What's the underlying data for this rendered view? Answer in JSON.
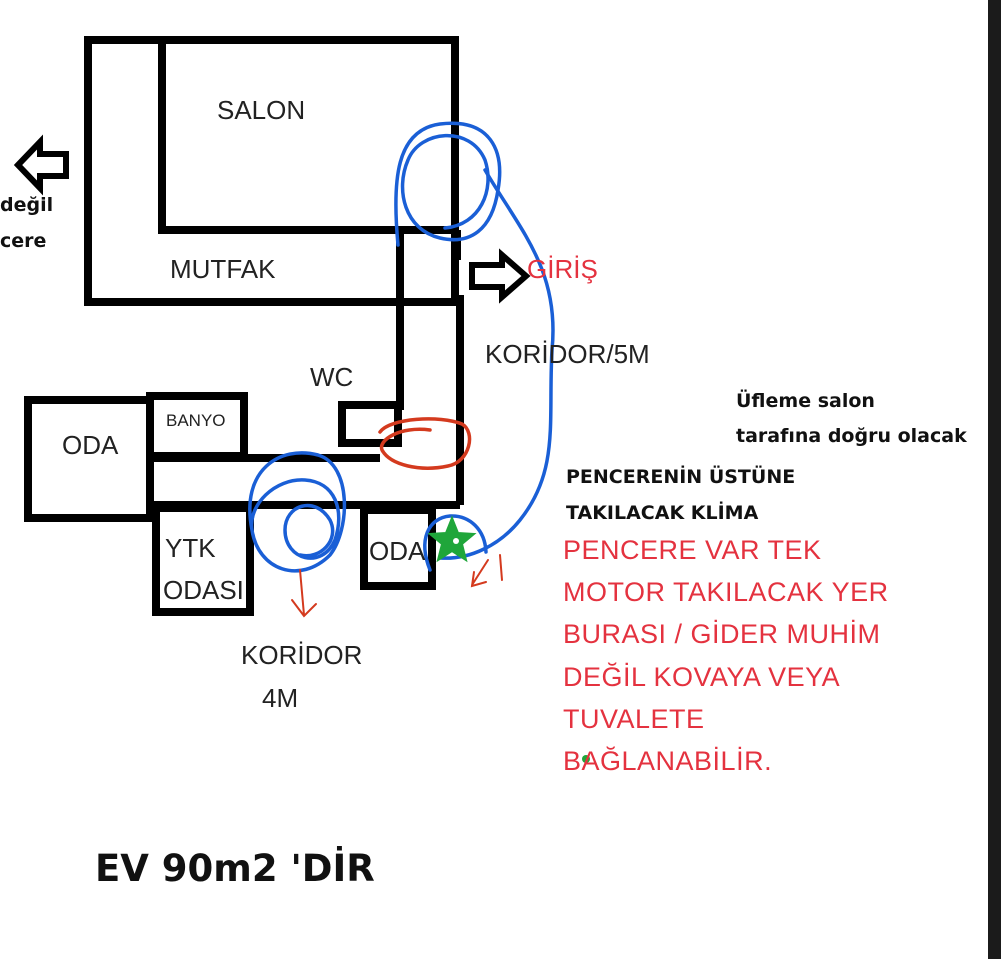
{
  "rooms": {
    "salon": "SALON",
    "mutfak": "MUTFAK",
    "wc": "WC",
    "oda_left": "ODA",
    "banyo": "BANYO",
    "ytk_line1": "YTK",
    "ytk_line2": "ODASI",
    "oda_small": "ODA",
    "koridor_5m": "KORİDOR/5M",
    "koridor_4m_line1": "KORİDOR",
    "koridor_4m_line2": "4M"
  },
  "left_note": {
    "line1": "değil",
    "line2": "cere"
  },
  "entrance": "GİRİŞ",
  "notes": {
    "airflow_line1": "Üfleme salon",
    "airflow_line2": "tarafına doğru olacak",
    "ac_line1": "PENCERENİN ÜSTÜNE",
    "ac_line2": "TAKILACAK KLİMA"
  },
  "motor_note": [
    "PENCERE VAR TEK",
    "MOTOR TAKILACAK YER",
    "BURASI / GİDER MUHİM",
    "DEĞİL KOVAYA VEYA",
    "TUVALETE",
    "BAĞLANABİLİR."
  ],
  "footer_title": "EV 90m2 'DİR",
  "colors": {
    "wall": "#000000",
    "blue_marker": "#1a5fd6",
    "red_marker": "#d43a1e",
    "green_marker": "#1fa63a",
    "note_red": "#e4323f"
  }
}
